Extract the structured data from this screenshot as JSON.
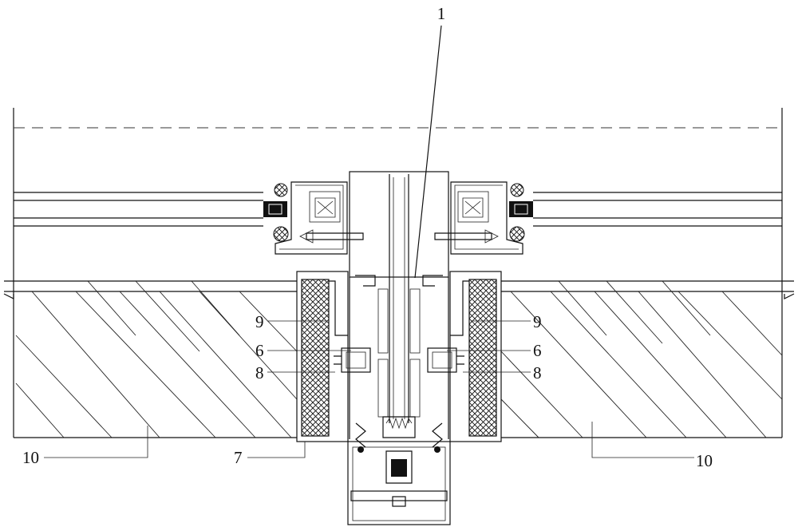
{
  "labels": {
    "l1": "1",
    "l6_left": "6",
    "l6_right": "6",
    "l7": "7",
    "l8_left": "8",
    "l8_right": "8",
    "l9_left": "9",
    "l9_right": "9",
    "l10_left": "10",
    "l10_right": "10"
  },
  "colors": {
    "line": "#111111",
    "background": "#ffffff"
  }
}
